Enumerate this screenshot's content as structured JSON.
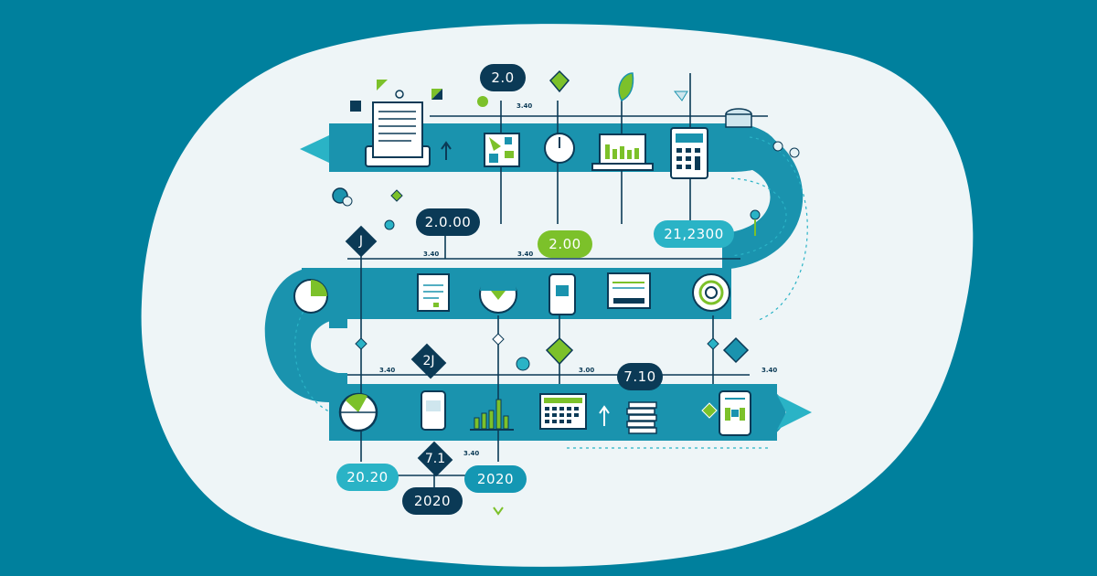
{
  "scene": {
    "title": "Process roadmap illustration",
    "colors": {
      "background": "#00809d",
      "blob": "#eef5f7",
      "road": "#1a93ae",
      "road_light": "#2ab3c6",
      "navy": "#0b3a56",
      "green": "#7cc12a"
    }
  },
  "labels": {
    "top_pill": "2.0",
    "row1_dark_pill": "2.0.00",
    "row1_green_pill": "2.00",
    "row1_teal_pill": "21,2300",
    "diamond_left": "J",
    "diamond_mid": "2J",
    "row3_pill": "7.10",
    "bottom_diamond": "7.1",
    "bottom_left_pill": "20.20",
    "bottom_right_pill": "2020",
    "bottom_center_pill": "2020",
    "tiny_1": "3.40",
    "tiny_2": "3.40",
    "tiny_3": "3.40",
    "tiny_4": "3.40",
    "tiny_5": "3.00",
    "tiny_6": "3.40",
    "tiny_7": "3.40"
  },
  "road_icons": {
    "row1": [
      "tablet-document",
      "arrow-up",
      "dashboard-board",
      "clock",
      "laptop-bar-chart",
      "calculator",
      "database-stack"
    ],
    "row2": [
      "pie-chart",
      "clipboard",
      "pie-dial",
      "smartphone",
      "monitor-form",
      "donut-target"
    ],
    "row3": [
      "pie-chart",
      "smartphone",
      "bar-chart",
      "calendar-keyboard",
      "arrow-up",
      "coin-stack",
      "mobile-app"
    ]
  }
}
